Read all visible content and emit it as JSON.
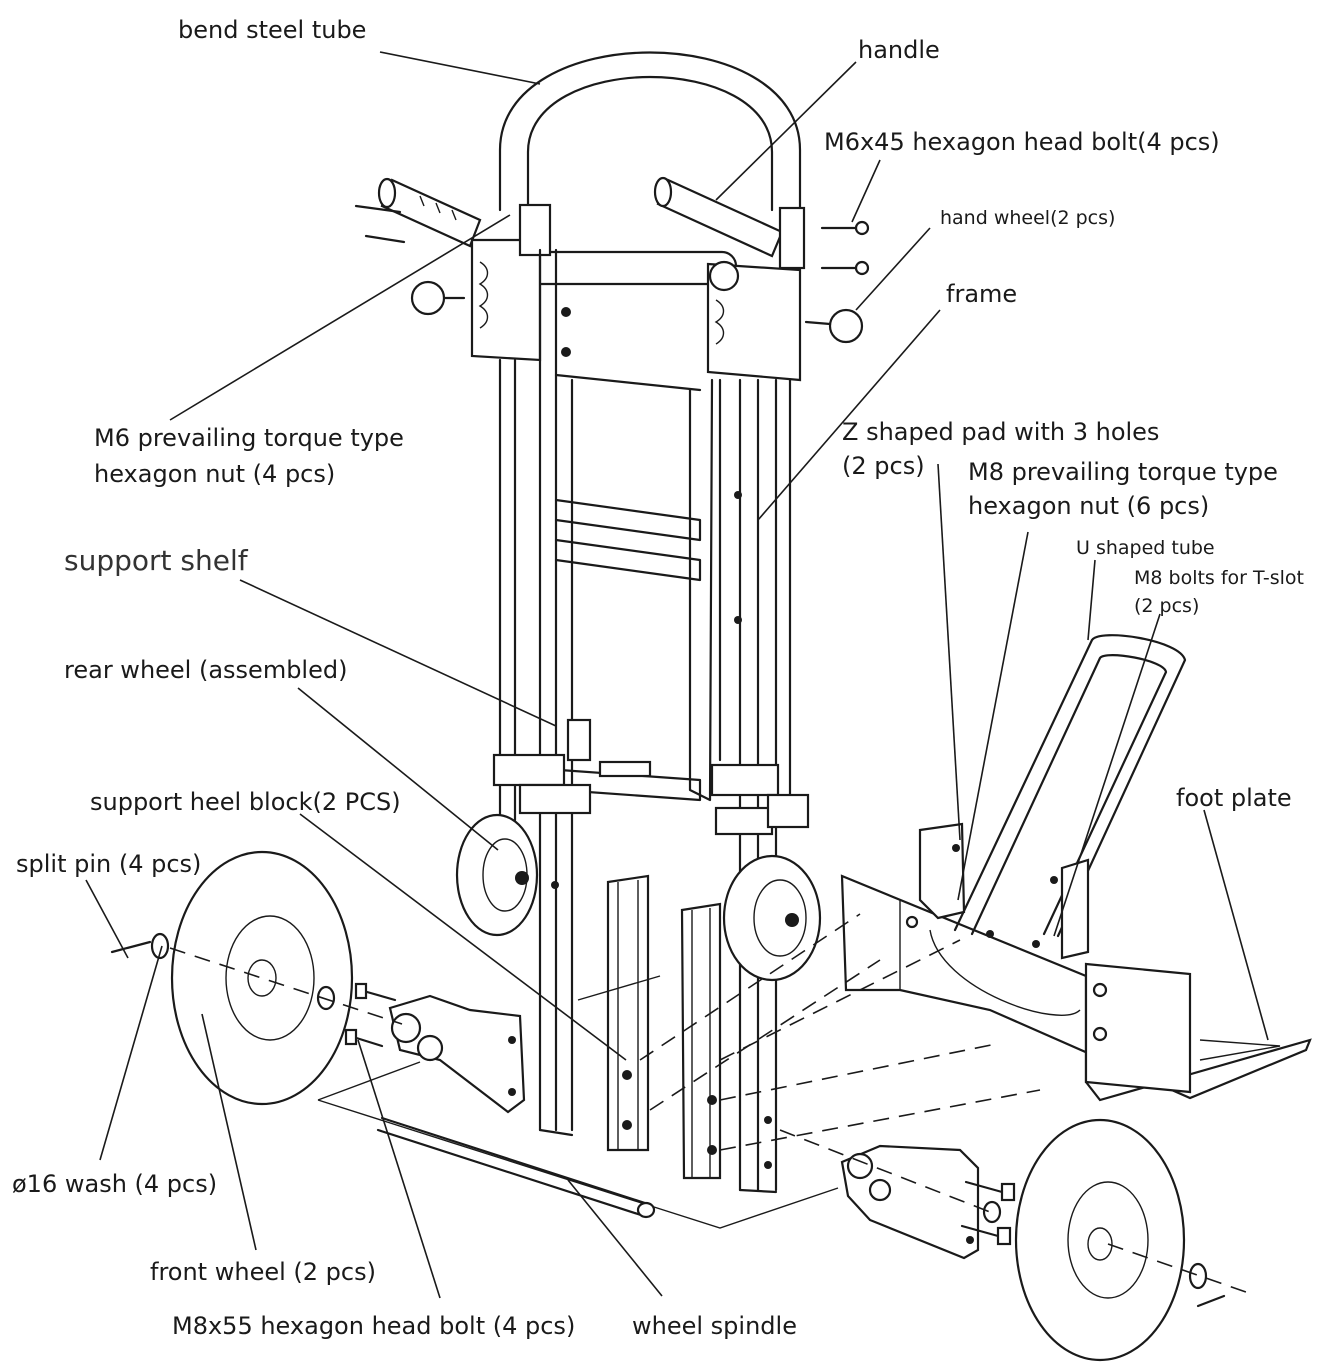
{
  "labels": {
    "bend_steel_tube": "bend steel tube",
    "handle": "handle",
    "m6x45_bolt": "M6x45 hexagon head bolt(4 pcs)",
    "hand_wheel": "hand wheel(2 pcs)",
    "frame": "frame",
    "m6_nut_line1": "M6 prevailing torque type",
    "m6_nut_line2": "hexagon nut (4 pcs)",
    "z_pad_line1": "Z shaped pad with 3 holes",
    "z_pad_line2": "(2 pcs)",
    "m8_nut_line1": "M8 prevailing torque type",
    "m8_nut_line2": "hexagon nut (6 pcs)",
    "u_tube": "U shaped tube",
    "m8_tslot_line1": "M8 bolts for T-slot",
    "m8_tslot_line2": "(2 pcs)",
    "support_shelf": "support shelf",
    "rear_wheel": "rear wheel (assembled)",
    "foot_plate": "foot plate",
    "support_heel_block": "support heel block(2 PCS)",
    "split_pin": "split pin (4 pcs)",
    "wash": "ø16 wash (4 pcs)",
    "front_wheel": "front wheel (2 pcs)",
    "m8x55_bolt": "M8x55 hexagon head bolt (4 pcs)",
    "wheel_spindle": "wheel spindle"
  }
}
